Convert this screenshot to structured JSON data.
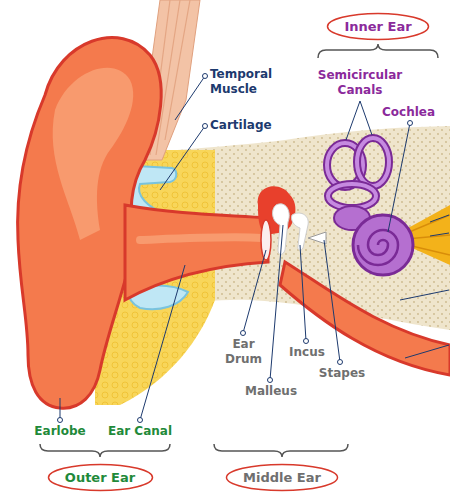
{
  "diagram": {
    "nodes": [
      {
        "text": [
          "Inner Ear"
        ]
      },
      {
        "text": [
          "Outer Ear"
        ]
      },
      {
        "text": [
          "Middle Ear"
        ]
      }
    ],
    "labels": [
      "Temporal Muscle",
      "Cartilage",
      "Semicircular Canals",
      "Cochlea",
      "Ear Drum",
      "Malleus",
      "Incus",
      "Stapes",
      "Earlobe",
      "Ear Canal"
    ]
  }
}
